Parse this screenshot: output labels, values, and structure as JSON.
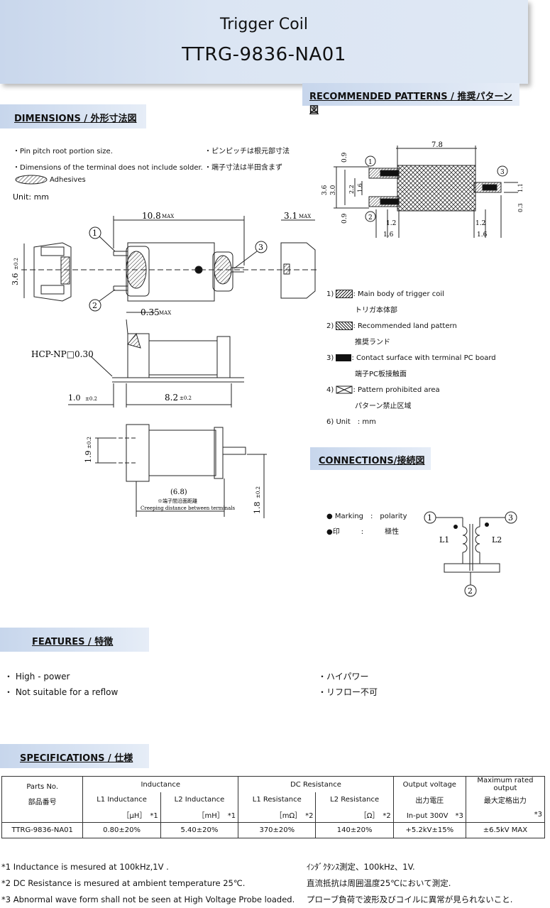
{
  "header": {
    "title": "Trigger Coil",
    "part": "TTRG-9836-NA01"
  },
  "sections": {
    "recommended": "RECOMMENDED PATTERNS / 推奨パターン図",
    "dimensions": "DIMENSIONS / 外形寸法図",
    "connections": "CONNECTIONS/接続図",
    "features": "FEATURES / 特徴",
    "specifications": "SPECIFICATIONS / 仕様"
  },
  "dim_notes": {
    "n1_en": "・Pin pitch root portion size.",
    "n2_en": "・Dimensions of the terminal does not include solder.",
    "adhesives": "Adhesives",
    "unit": "Unit: mm",
    "n1_jp": "・ピンピッチは根元部寸法",
    "n2_jp": "・端子寸法は半田含まず"
  },
  "dims": {
    "d108": "10.8",
    "max": "MAX",
    "d31": "3.1",
    "d36": "3.6",
    "pm02": "±0.2",
    "d035": "0.35",
    "hcp": "HCP-NP□0.30",
    "d10": "1.0",
    "d82": "8.2",
    "d19": "1.9",
    "d68": "(6.8)",
    "creep_jp": "※端子間沿面距離",
    "creep_en": "Creeping distance between terminals",
    "d18": "1.8",
    "c1": "1",
    "c2": "2",
    "c3": "3"
  },
  "pattern_dims": {
    "d78": "7.8",
    "d09a": "0.9",
    "d09b": "0.9",
    "d36": "3.6",
    "d30": "3.0",
    "d22": "2.2",
    "d16v": "1.6",
    "d12a": "1.2",
    "d16a": "1.6",
    "d12b": "1.2",
    "d16b": "1.6",
    "d11": "1.1",
    "d03": "0.3"
  },
  "legend": [
    {
      "num": "1)",
      "en": ": Main body of trigger coil",
      "jp": "トリガ本体部"
    },
    {
      "num": "2)",
      "en": ": Recommended land pattern",
      "jp": "推奨ランド"
    },
    {
      "num": "3)",
      "en": ": Contact surface with terminal PC board",
      "jp": "端子PC板接触面"
    },
    {
      "num": "4)",
      "en": ": Pattern prohibited area",
      "jp": "パターン禁止区域"
    },
    {
      "num": "6) Unit",
      "en": ": mm",
      "jp": ""
    }
  ],
  "connections": {
    "marking": "● Marking　:　polarity",
    "marking_jp_a": "●印",
    "marking_jp_b": ":",
    "marking_jp_c": "極性",
    "l1": "L1",
    "l2": "L2",
    "p1": "1",
    "p2": "2",
    "p3": "3"
  },
  "features": [
    {
      "en": "・ High - power",
      "jp": "・ハイパワー"
    },
    {
      "en": "・ Not suitable for a reflow",
      "jp": "・リフロー不可"
    }
  ],
  "spec": {
    "h_parts": "Parts No.",
    "h_parts_jp": "部品番号",
    "h_ind": "Inductance",
    "h_l1ind": "L1 Inductance",
    "h_l2ind": "L2 Inductance",
    "u_l1ind": "［μH］　*1",
    "u_l2ind": "［mH］　*1",
    "h_dcr": "DC Resistance",
    "h_l1r": "L1 Resistance",
    "h_l2r": "L2 Resistance",
    "u_l1r": "［mΩ］　*2",
    "u_l2r": "［Ω］　*2",
    "h_out": "Output voltage",
    "h_out_jp": "出力電圧",
    "u_out": "In-put 300V　*3",
    "h_max": "Maximum rated output",
    "h_max_jp": "最大定格出力",
    "u_max": "*3",
    "row": [
      "TTRG-9836-NA01",
      "0.80±20%",
      "5.40±20%",
      "370±20%",
      "140±20%",
      "+5.2kV±15%",
      "±6.5kV MAX"
    ]
  },
  "notes": [
    {
      "en": "*1 Inductance is mesured at 100kHz,1V .",
      "jp": "ｲﾝﾀﾞｸﾀﾝｽ測定、100kHz、1V."
    },
    {
      "en": "*2 DC Resistance is mesured at ambient temperature 25℃.",
      "jp": "直流抵抗は周囲温度25℃において測定."
    },
    {
      "en": "*3 Abnormal wave form shall not be seen at High Voltage Probe loaded.",
      "jp": "プローブ負荷で波形及びコイルに異常が見られないこと."
    }
  ]
}
